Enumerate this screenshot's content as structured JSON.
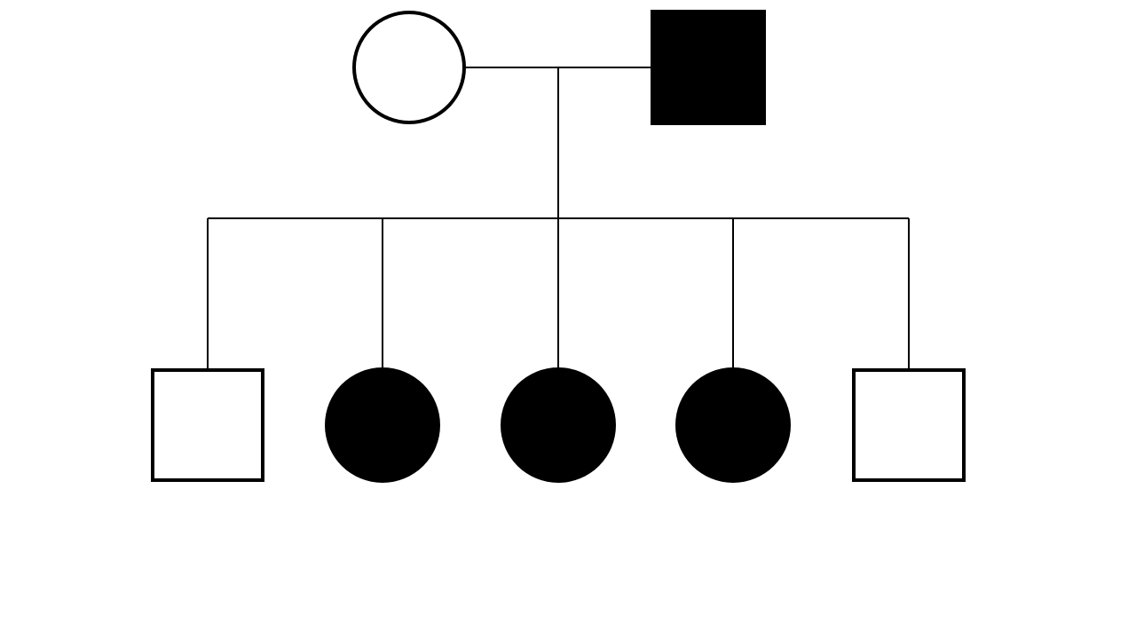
{
  "pedigree": {
    "colors": {
      "affected": "#000000",
      "unaffected": "#ffffff",
      "outline": "#000000",
      "background": "#ffffff"
    },
    "generation_1": [
      {
        "sex": "female",
        "affected": false
      },
      {
        "sex": "male",
        "affected": true
      }
    ],
    "generation_2": [
      {
        "sex": "male",
        "affected": false
      },
      {
        "sex": "female",
        "affected": true
      },
      {
        "sex": "female",
        "affected": true
      },
      {
        "sex": "female",
        "affected": true
      },
      {
        "sex": "male",
        "affected": false
      }
    ]
  }
}
